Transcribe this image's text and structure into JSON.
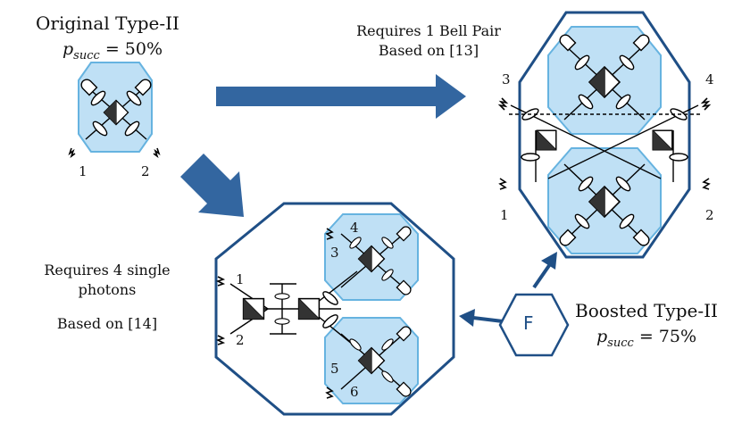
{
  "original": {
    "title": "Original Type-II",
    "psucc_symbol": "p",
    "psucc_sub": "succ",
    "psucc_value": "= 50%",
    "ports": [
      "1",
      "2"
    ]
  },
  "bell": {
    "line1": "Requires 1 Bell Pair",
    "line2": "Based on [13]",
    "ports": [
      "3",
      "4",
      "1",
      "2"
    ]
  },
  "single": {
    "line1": "Requires 4 single",
    "line2": "photons",
    "line3": "Based on [14]",
    "ports": [
      "1",
      "2",
      "3",
      "4",
      "5",
      "6"
    ]
  },
  "boosted": {
    "title": "Boosted Type-II",
    "psucc_symbol": "p",
    "psucc_sub": "succ",
    "psucc_value": "= 75%"
  },
  "hex_label": "F",
  "colors": {
    "arrow": "#3366a0",
    "border": "#1f4f86",
    "module_fill": "#bfe0f5",
    "module_stroke": "#66b3e0"
  }
}
